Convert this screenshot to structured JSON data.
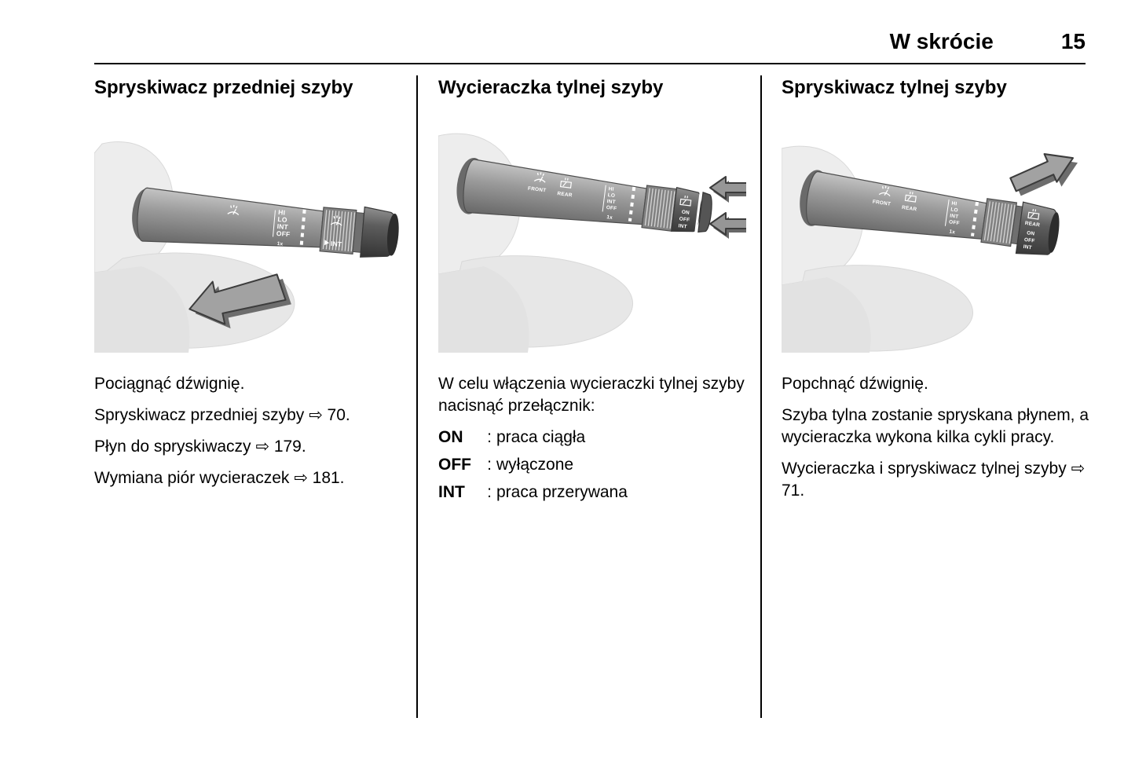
{
  "header": {
    "title": "W skrócie",
    "page_number": "15"
  },
  "columns": [
    {
      "heading": "Spryskiwacz przedniej szyby",
      "figure": {
        "labels": {
          "hi": "HI",
          "lo": "LO",
          "int": "INT",
          "off": "OFF",
          "once": "1x",
          "collar_int": "INT"
        }
      },
      "paragraphs": [
        "Pociągnąć dźwignię.",
        "Spryskiwacz przedniej szyby ⇨ 70.",
        "Płyn do spryskiwaczy ⇨ 179.",
        "Wymiana piór wycieraczek ⇨ 181."
      ]
    },
    {
      "heading": "Wycieraczka tylnej szyby",
      "figure": {
        "labels": {
          "front": "FRONT",
          "rear": "REAR",
          "hi": "HI",
          "lo": "LO",
          "int": "INT",
          "off": "OFF",
          "once": "1x",
          "end_on": "ON",
          "end_off": "OFF",
          "end_int": "INT"
        }
      },
      "intro": "W celu włączenia wycieraczki tylnej szyby nacisnąć przełącznik:",
      "switch_options": [
        {
          "term": "ON",
          "separator": ":",
          "desc": "praca ciągła"
        },
        {
          "term": "OFF",
          "separator": ":",
          "desc": "wyłączone"
        },
        {
          "term": "INT",
          "separator": ":",
          "desc": "praca przerywana"
        }
      ]
    },
    {
      "heading": "Spryskiwacz tylnej szyby",
      "figure": {
        "labels": {
          "front": "FRONT",
          "rear": "REAR",
          "hi": "HI",
          "lo": "LO",
          "int": "INT",
          "off": "OFF",
          "once": "1x",
          "cap_rear": "REAR",
          "end_on": "ON",
          "end_off": "OFF",
          "end_int": "INT"
        }
      },
      "paragraphs": [
        "Popchnąć dźwignię.",
        "Szyba tylna zostanie spryskana płynem, a wycieraczka wykona kilka cykli pracy.",
        "Wycieraczka i spryskiwacz tylnej szyby ⇨ 71."
      ]
    }
  ]
}
